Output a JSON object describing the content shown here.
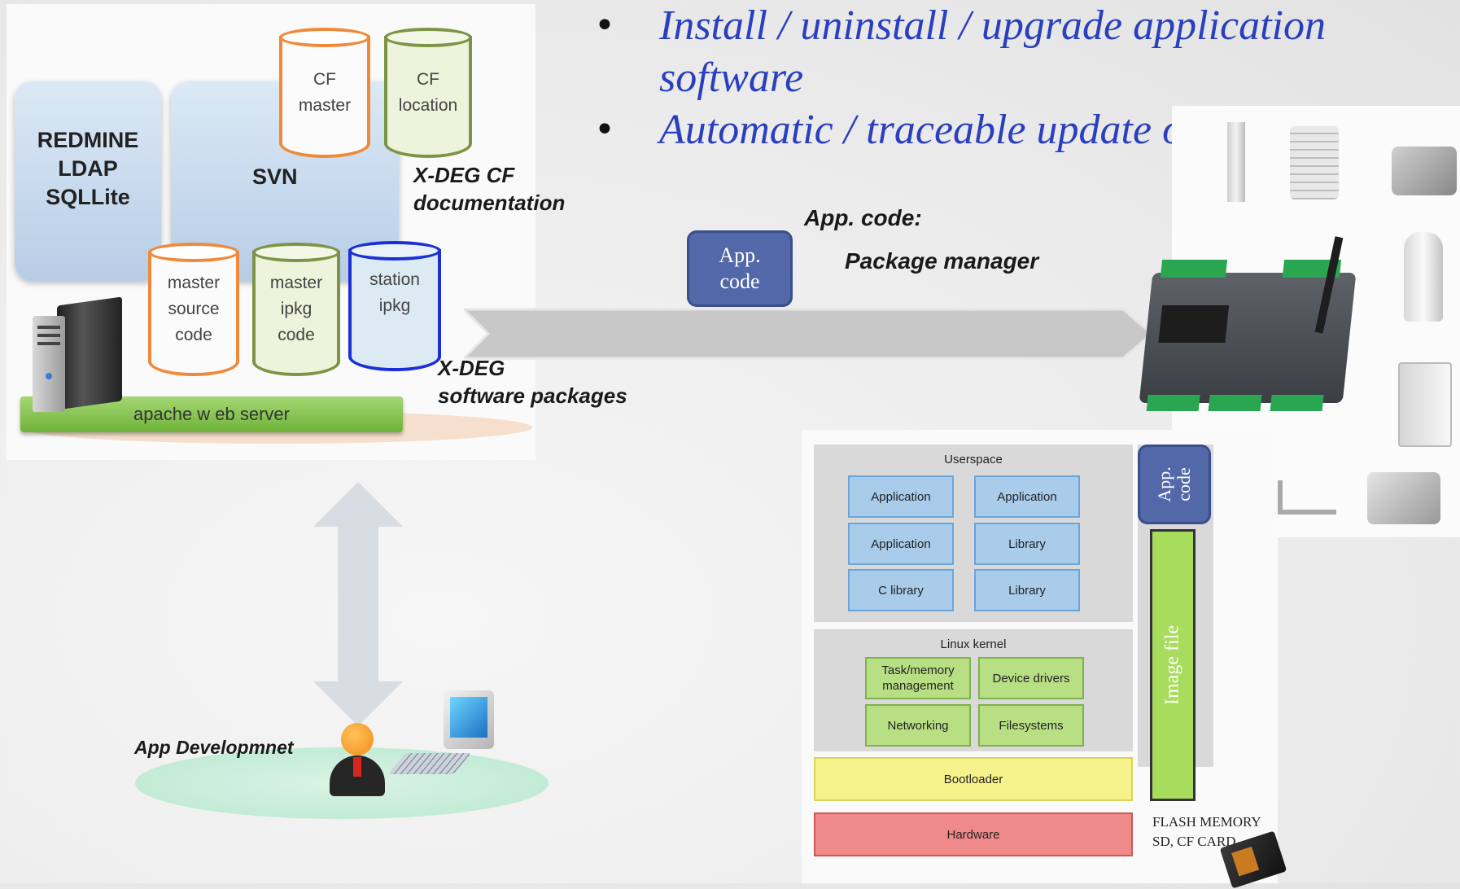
{
  "bullets": [
    {
      "line1": "Install / uninstall / upgrade application",
      "line2": "software"
    },
    {
      "line1": "Automatic / traceable update of meta data"
    }
  ],
  "server": {
    "box_left": [
      "REDMINE",
      "LDAP",
      "SQLLite"
    ],
    "svn": "SVN",
    "cf_master": [
      "CF",
      "master"
    ],
    "cf_location": [
      "CF",
      "location"
    ],
    "cf_doc": [
      "X-DEG CF",
      "documentation"
    ],
    "master_source": [
      "master",
      "source",
      "code"
    ],
    "master_ipkg": [
      "master",
      "ipkg",
      "code"
    ],
    "station_ipkg": [
      "station",
      "ipkg"
    ],
    "web_server": "apache w eb server",
    "packages": [
      "X-DEG",
      "software packages"
    ]
  },
  "flow": {
    "app_code_title": "App. code:",
    "package_manager": "Package manager",
    "app_code_btn": [
      "App.",
      "code"
    ]
  },
  "developer": {
    "label": "App Developmnet"
  },
  "stack": {
    "userspace": "Userspace",
    "user_boxes": [
      "Application",
      "Application",
      "Application",
      "Library",
      "C library",
      "Library"
    ],
    "kernel": "Linux kernel",
    "kernel_boxes": [
      "Task/memory management",
      "Device drivers",
      "Networking",
      "Filesystems"
    ],
    "bootloader": "Bootloader",
    "hardware": "Hardware",
    "app_code_vertical": [
      "App.",
      "code"
    ],
    "image_file": "Image file",
    "flash": [
      "FLASH MEMORY",
      "SD, CF CARD"
    ]
  },
  "colors": {
    "bullet_text": "#2a3fbf",
    "app_btn": "#5268a8",
    "arrow": "#c8c8c8"
  }
}
